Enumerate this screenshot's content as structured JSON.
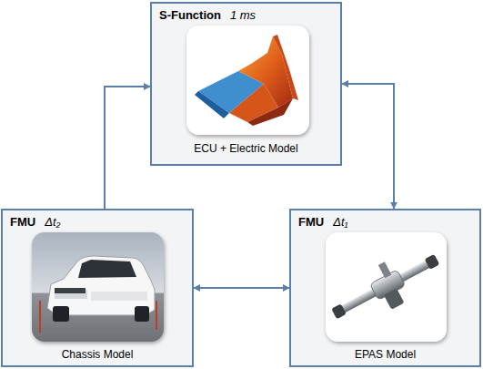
{
  "diagram": {
    "nodes": [
      {
        "text": [
          "S-Function",
          "1 ms",
          "ECU + Electric Model"
        ]
      },
      {
        "text": [
          "FMU",
          "Δt₂",
          "Chassis Model"
        ]
      },
      {
        "text": [
          "FMU",
          "Δt₁",
          "EPAS Model"
        ]
      }
    ],
    "edges": [
      {
        "from": 1,
        "to": 0,
        "arrow": "to"
      },
      {
        "from": 0,
        "to": 2,
        "arrow": "both"
      },
      {
        "from": 1,
        "to": 2,
        "arrow": "both"
      }
    ]
  }
}
